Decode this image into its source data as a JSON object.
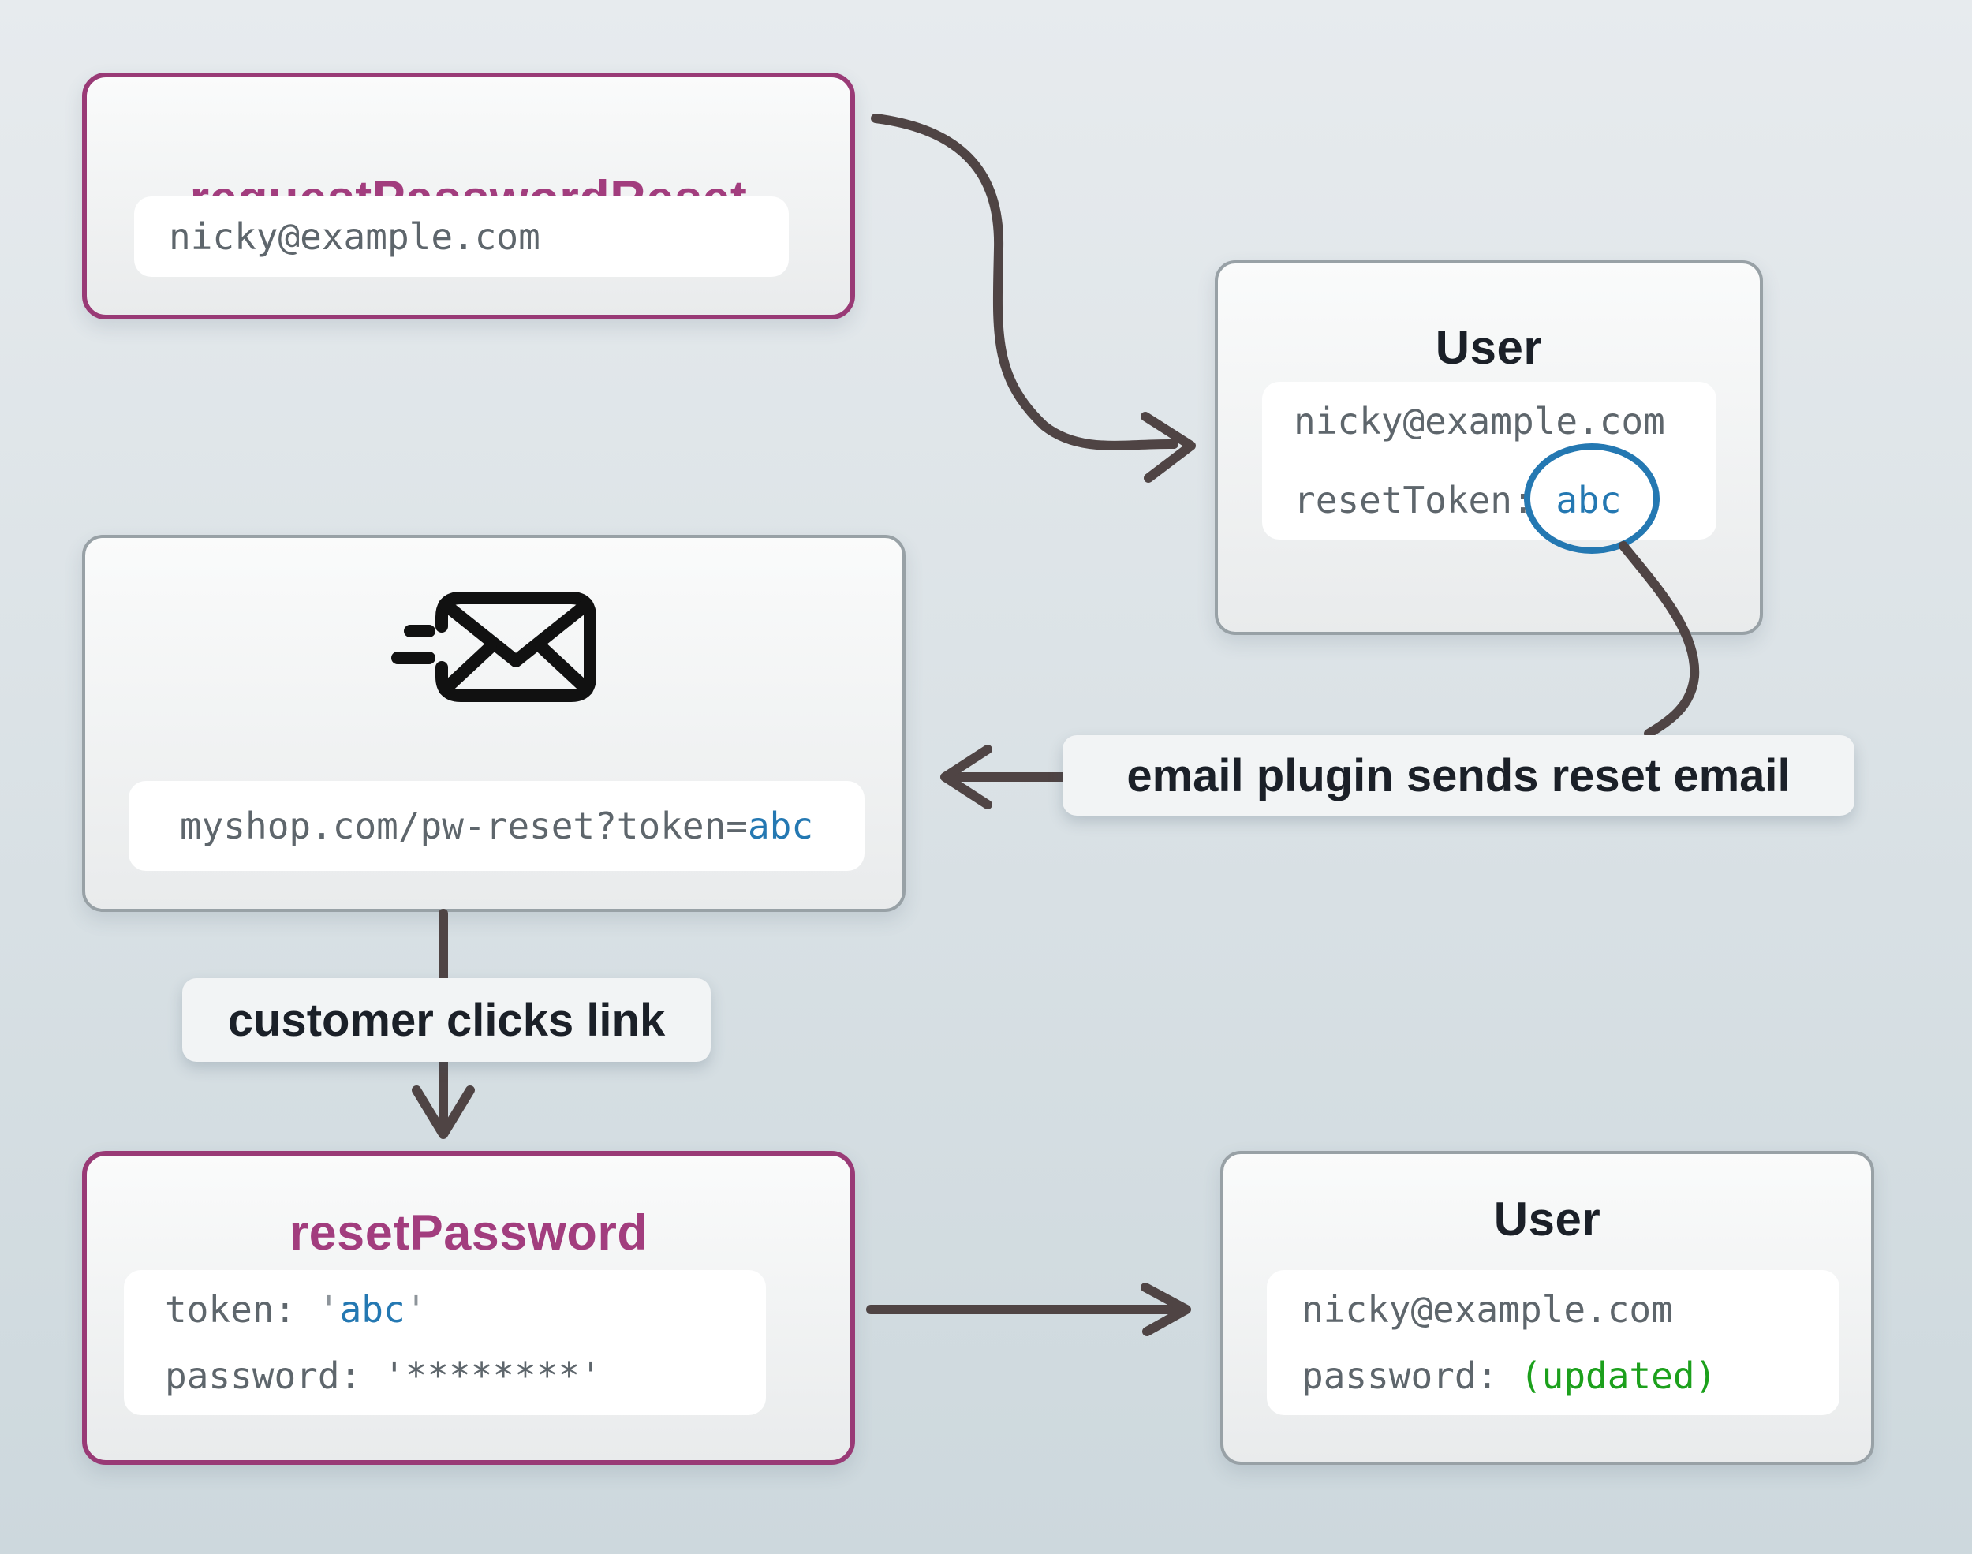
{
  "colors": {
    "purple": "#a23d7e",
    "purple_border": "#993a76",
    "gray_border": "#98a1a6",
    "box_top": "#fafbfb",
    "box_bottom": "#e9ebec",
    "panel_white": "#ffffff",
    "mono_text": "#5e666c",
    "quote_text": "#8d949a",
    "title_dark": "#1b2028",
    "blue": "#2478b2",
    "green": "#1ca01c",
    "arrow": "#4f4444",
    "label_bg": "#f2f4f5",
    "bg_top": "#e7ebee",
    "bg_bottom": "#cdd8dd"
  },
  "request_box": {
    "title": "requestPasswordReset",
    "email": "nicky@example.com"
  },
  "user_box_top": {
    "title": "User",
    "email": "nicky@example.com",
    "token_label": "resetToken:",
    "token_value": "abc"
  },
  "email_box": {
    "icon": "email-send-icon",
    "url_prefix": "myshop.com/pw-reset?token=",
    "url_token": "abc"
  },
  "annotations": {
    "email_plugin": "email plugin sends reset email",
    "customer_clicks": "customer clicks link"
  },
  "reset_box": {
    "title": "resetPassword",
    "token_label": "token: ",
    "quote": "'",
    "token_value": "abc",
    "password_label": "password: ",
    "password_value": "'********'"
  },
  "user_box_bottom": {
    "title": "User",
    "email": "nicky@example.com",
    "password_label": "password: ",
    "password_value": "(updated)"
  }
}
